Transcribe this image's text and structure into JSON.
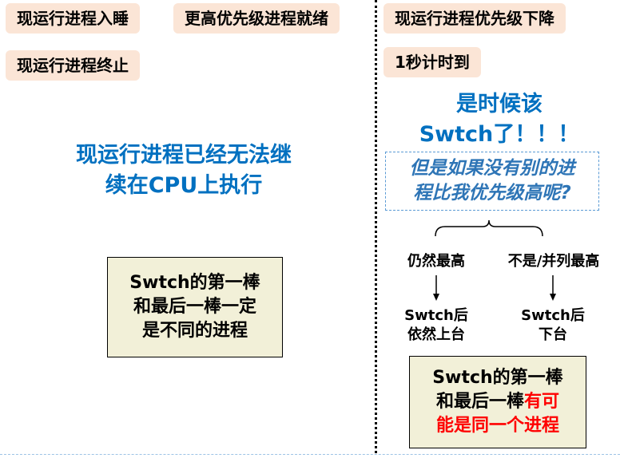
{
  "left": {
    "tags": [
      "现运行进程入睡",
      "更高优先级进程就绪",
      "现运行进程终止"
    ],
    "message_line1": "现运行进程已经无法继",
    "message_line2": "续在CPU上执行",
    "box_lines": [
      "Swtch的第一棒",
      "和最后一棒一定",
      "是不同的进程"
    ]
  },
  "right": {
    "tags": [
      "现运行进程优先级下降",
      "1秒计时到"
    ],
    "heading_line1": "是时候该",
    "heading_line2": "Swtch了！！！",
    "question_line1": "但是如果没有别的进",
    "question_line2": "程比我优先级高呢?",
    "branch_left": "仍然最高",
    "branch_right": "不是/并列最高",
    "outcome_left_line1": "Swtch后",
    "outcome_left_line2": "依然上台",
    "outcome_right_line1": "Swtch后",
    "outcome_right_line2": "下台",
    "box_line1": "Swtch的第一棒",
    "box_line2_black": "和最后一棒",
    "box_line2_red": "有可",
    "box_line3_red": "能是同一个进程"
  },
  "colors": {
    "tag_bg": "#fbe5d6",
    "blue": "#0070c0",
    "box_bg": "#f2f0d8",
    "highlight": "#ff0000"
  }
}
